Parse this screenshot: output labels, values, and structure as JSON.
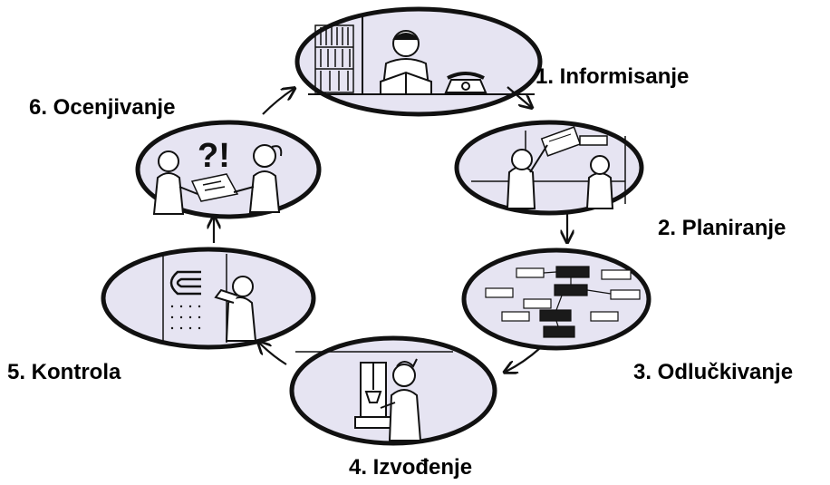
{
  "steps": [
    {
      "label": "1. Informisanje"
    },
    {
      "label": "2. Planiranje"
    },
    {
      "label": "3. Odlučkivanje"
    },
    {
      "label": "4. Izvođenje"
    },
    {
      "label": "5. Kontrola"
    },
    {
      "label": "6. Ocenjivanje"
    }
  ],
  "illustration_marks": {
    "question_exclaim": "?!"
  },
  "colors": {
    "ink": "#111111",
    "oval_fill": "#e6e4f2",
    "card_dark": "#1a1a1a",
    "card_light": "#ffffff"
  }
}
